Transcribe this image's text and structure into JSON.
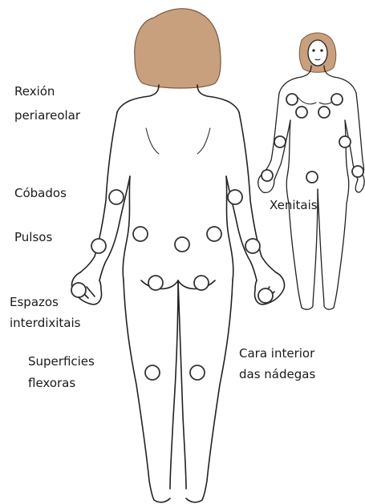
{
  "labels": {
    "periareolar_1": "Rexión",
    "periareolar_2": "periareolar",
    "cobados": "Cóbados",
    "pulsos": "Pulsos",
    "espazos_1": "Espazos",
    "espazos_2": "interdixitais",
    "superficies_1": "Superficies",
    "superficies_2": "flexoras",
    "nadegas_1": "Cara interior",
    "nadegas_2": "das nádegas",
    "xenitais": "Xenitais"
  },
  "colors": {
    "hair": "#c8a07d",
    "hair_outline": "#7a5a40",
    "outline": "#222222",
    "marker_fill": "#ffffff",
    "text": "#1a1a1a"
  }
}
